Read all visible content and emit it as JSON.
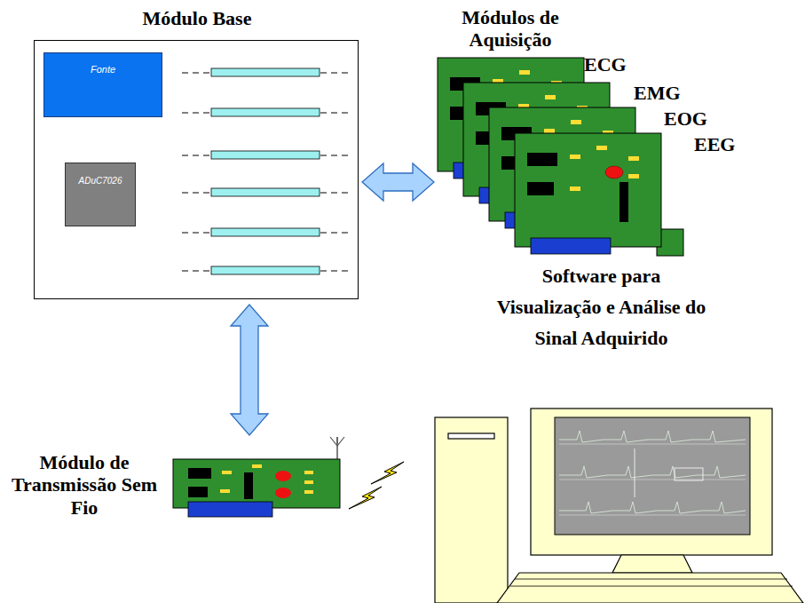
{
  "diagram": {
    "nodes": [
      {
        "text": [
          "Módulo Base"
        ]
      },
      {
        "text": [
          "Fonte"
        ],
        "in": 0
      },
      {
        "text": [
          "ADuC7026"
        ],
        "in": 0
      },
      {
        "text": [
          "Módulos de Aquisição"
        ]
      },
      {
        "text": [
          "Módulo de Transmissão Sem Fio"
        ]
      },
      {
        "text": [
          "Software para Visualização e Análise do Sinal Adquirido"
        ]
      }
    ],
    "edges": [
      {
        "from": 0,
        "to": 3,
        "arrow": "both"
      },
      {
        "from": 0,
        "to": 4,
        "arrow": "both"
      }
    ],
    "labels": [
      "ECG",
      "EMG",
      "EOG",
      "EEG"
    ]
  }
}
